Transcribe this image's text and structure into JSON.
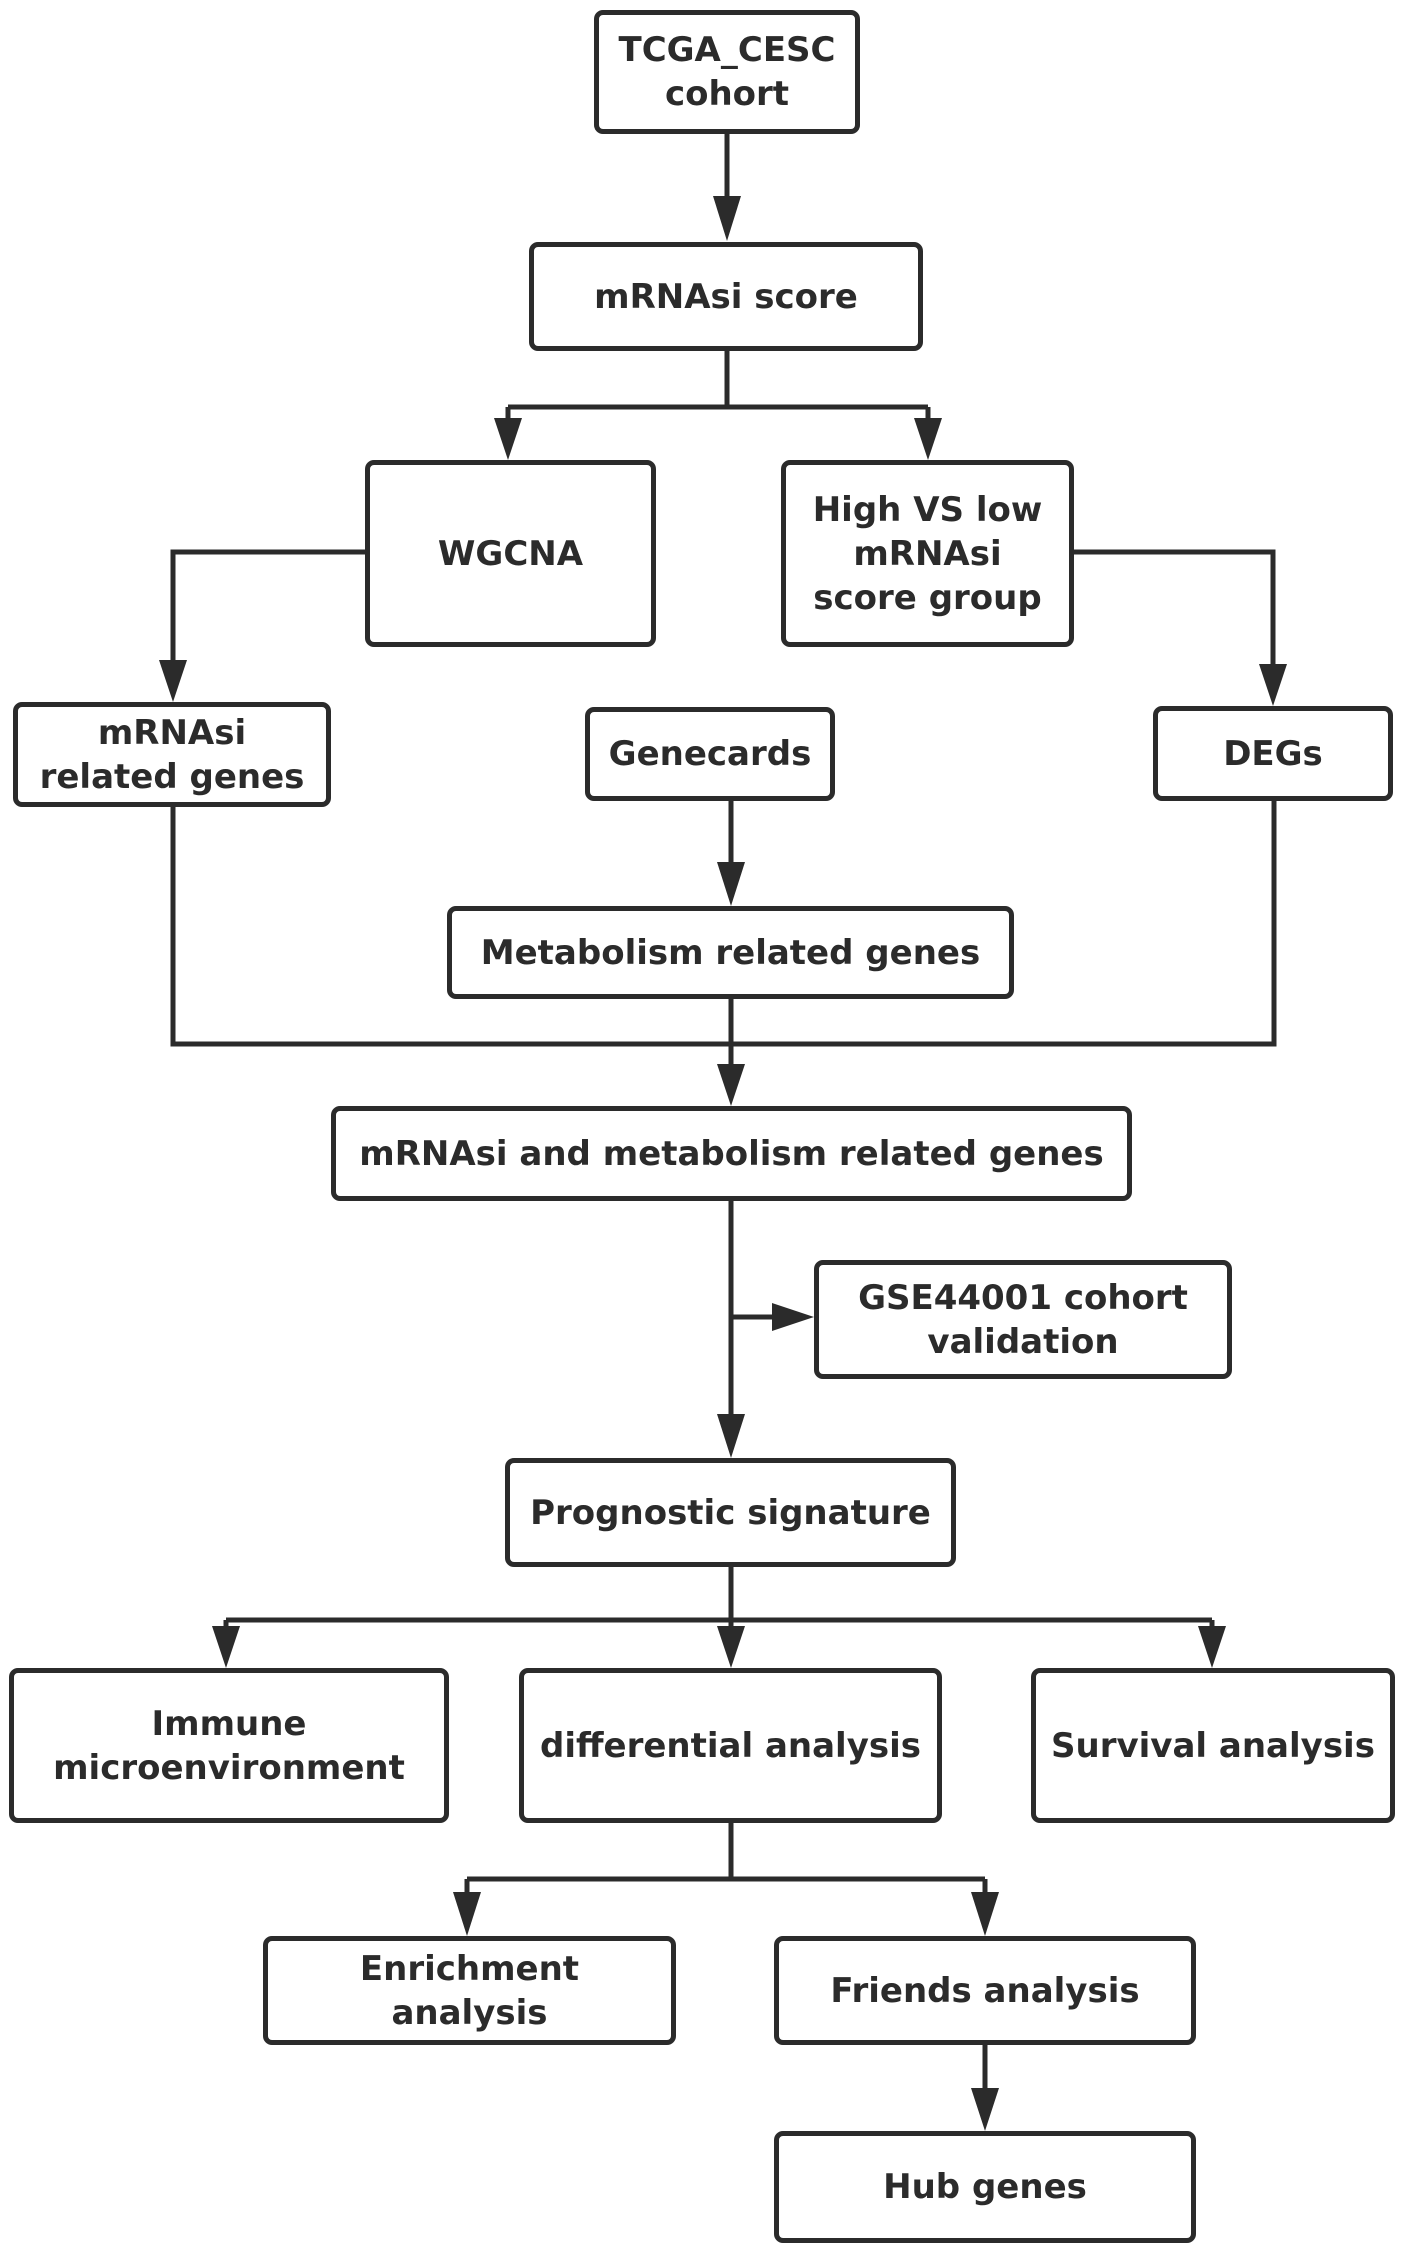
{
  "diagram": {
    "type": "flowchart",
    "line_color": "#2b2b2b",
    "background": "#ffffff",
    "nodes": [
      {
        "id": "tcga",
        "label": "TCGA_CESC\ncohort"
      },
      {
        "id": "mrnasi_score",
        "label": "mRNAsi score"
      },
      {
        "id": "wgcna",
        "label": "WGCNA"
      },
      {
        "id": "high_low",
        "label": "High VS low\nmRNAsi\nscore group"
      },
      {
        "id": "mrnasi_genes",
        "label": "mRNAsi\nrelated genes"
      },
      {
        "id": "genecards",
        "label": "Genecards"
      },
      {
        "id": "degs",
        "label": "DEGs"
      },
      {
        "id": "metabolism",
        "label": "Metabolism related genes"
      },
      {
        "id": "combined",
        "label": "mRNAsi and metabolism related genes"
      },
      {
        "id": "gse",
        "label": "GSE44001 cohort\nvalidation"
      },
      {
        "id": "prognostic",
        "label": "Prognostic signature"
      },
      {
        "id": "immune",
        "label": "Immune\nmicroenvironment"
      },
      {
        "id": "differential",
        "label": "differential analysis"
      },
      {
        "id": "survival",
        "label": "Survival analysis"
      },
      {
        "id": "enrichment",
        "label": "Enrichment analysis"
      },
      {
        "id": "friends",
        "label": "Friends analysis"
      },
      {
        "id": "hub",
        "label": "Hub genes"
      }
    ],
    "edges": [
      {
        "from": "tcga",
        "to": "mrnasi_score"
      },
      {
        "from": "mrnasi_score",
        "to": "wgcna"
      },
      {
        "from": "mrnasi_score",
        "to": "high_low"
      },
      {
        "from": "wgcna",
        "to": "mrnasi_genes"
      },
      {
        "from": "high_low",
        "to": "degs"
      },
      {
        "from": "genecards",
        "to": "metabolism"
      },
      {
        "from": "mrnasi_genes",
        "to": "combined"
      },
      {
        "from": "metabolism",
        "to": "combined"
      },
      {
        "from": "degs",
        "to": "combined"
      },
      {
        "from": "combined",
        "to": "gse"
      },
      {
        "from": "combined",
        "to": "prognostic"
      },
      {
        "from": "prognostic",
        "to": "immune"
      },
      {
        "from": "prognostic",
        "to": "differential"
      },
      {
        "from": "prognostic",
        "to": "survival"
      },
      {
        "from": "differential",
        "to": "enrichment"
      },
      {
        "from": "differential",
        "to": "friends"
      },
      {
        "from": "friends",
        "to": "hub"
      }
    ]
  }
}
